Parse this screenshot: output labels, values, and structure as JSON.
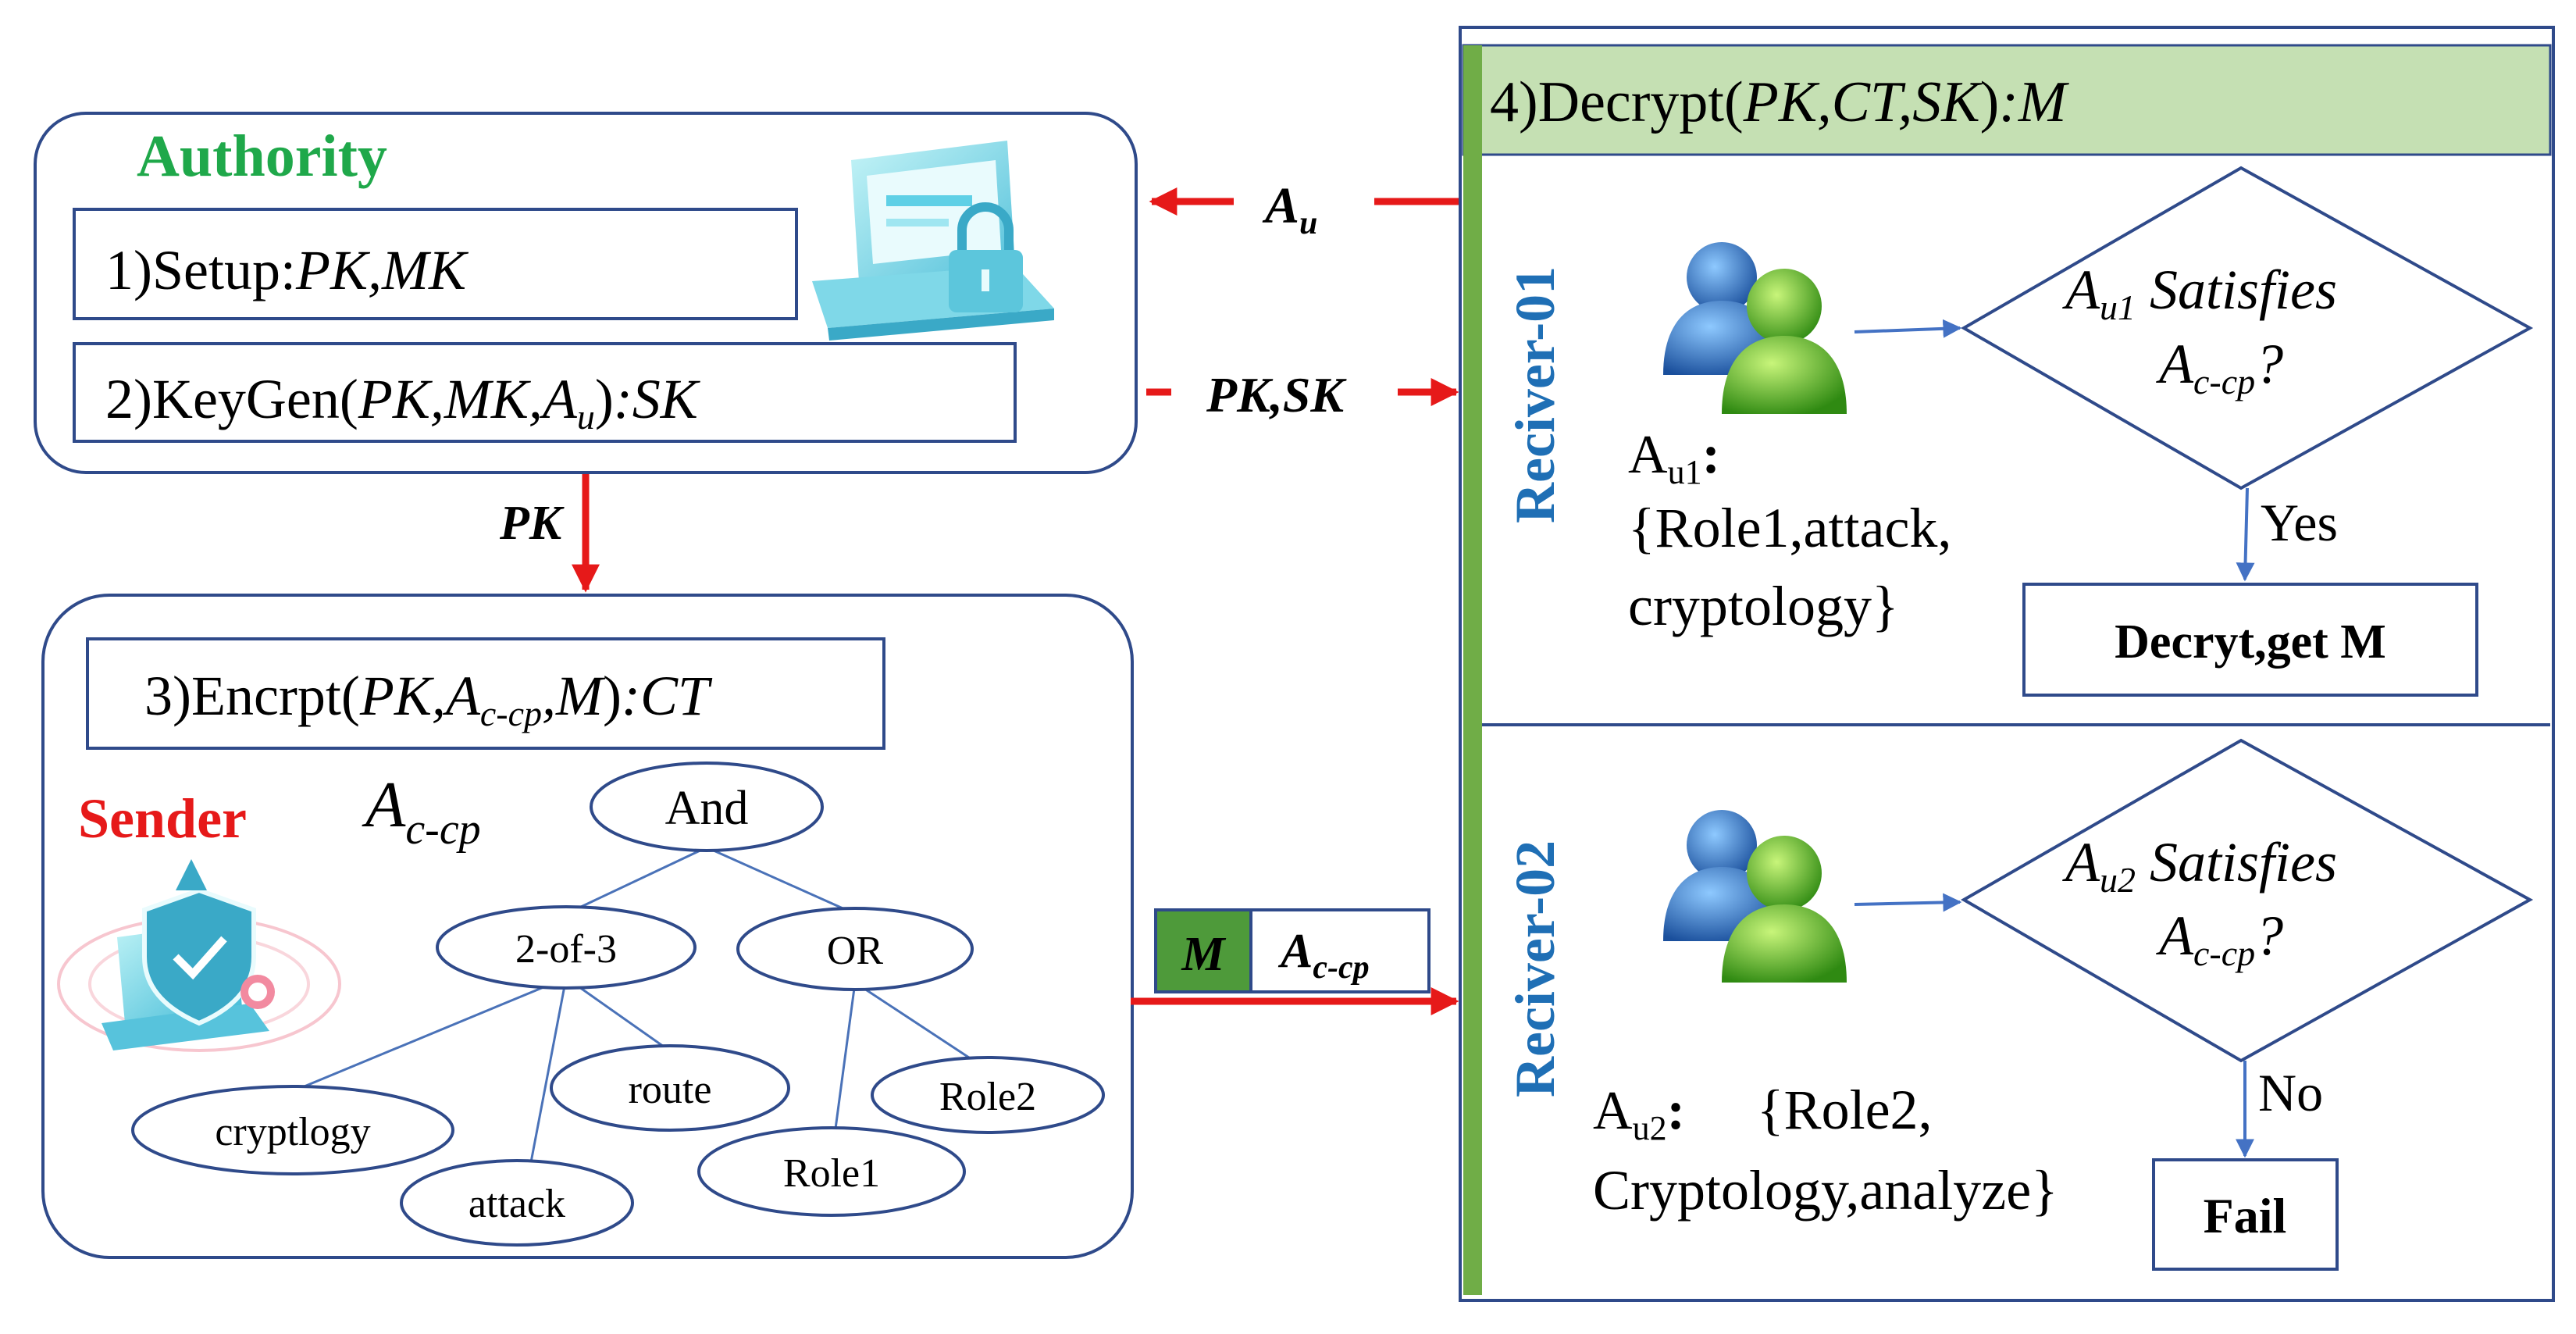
{
  "authority": {
    "title": "Authority",
    "setup": {
      "prefix": "1)Setup:",
      "output": "PK,MK"
    },
    "keygen": {
      "prefix": "2)KeyGen(",
      "args": "PK,MK,A",
      "sub": "u",
      "close": ")",
      "output": ":SK"
    }
  },
  "sender": {
    "title": "Sender",
    "encrypt": {
      "prefix": "3)Encrpt(",
      "args1": "PK,A",
      "sub": "c-cp",
      "args2": ",M",
      "close": ")",
      "output": ":CT"
    },
    "policy_label": {
      "base": "A",
      "sub": "c-cp"
    },
    "tree": {
      "root": "And",
      "threshold": "2-of-3",
      "or": "OR",
      "leaves": [
        "cryptlogy",
        "attack",
        "route",
        "Role1",
        "Role2"
      ]
    }
  },
  "arrows": {
    "au_label": {
      "base": "A",
      "sub": "u"
    },
    "pk_sk_label": "PK,SK",
    "pk_label": "PK",
    "message": {
      "m": "M",
      "policy_base": "A",
      "policy_sub": "c-cp"
    }
  },
  "decrypt": {
    "header": {
      "prefix": "4)Decrypt(",
      "args": "PK,CT,SK",
      "close": ")",
      "output": ":M"
    },
    "receiver1": {
      "label": "Reciver-01",
      "question": {
        "base": "A",
        "sub": "u1",
        "word": "Satisfies",
        "policy_base": "A",
        "policy_sub": "c-cp",
        "mark": "?"
      },
      "attr_label": {
        "base": "A",
        "sub": "u1",
        "colon": ":"
      },
      "attrs_line1": "{Role1,attack,",
      "attrs_line2": "cryptology}",
      "branch": "Yes",
      "result": "Decryt,get M"
    },
    "receiver2": {
      "label": "Reciver-02",
      "question": {
        "base": "A",
        "sub": "u2",
        "word": "Satisfies",
        "policy_base": "A",
        "policy_sub": "c-cp",
        "mark": "?"
      },
      "attr_label": {
        "base": "A",
        "sub": "u2",
        "colon": ":"
      },
      "attrs_line1": "{Role2,",
      "attrs_line2": "Cryptology,analyze}",
      "branch": "No",
      "result": "Fail"
    }
  },
  "colors": {
    "box_border": "#2f4a8a",
    "tree_line": "#4a72b8",
    "authority_green": "#1fa84a",
    "sender_red": "#e61919",
    "arrow_red": "#e61919",
    "receiver_blue": "#1f6fb5",
    "decrypt_header_fill": "#c5e0b3",
    "decrypt_bar": "#70ad47",
    "msg_fill": "#4e9a3a",
    "flow_blue": "#4472c4"
  }
}
